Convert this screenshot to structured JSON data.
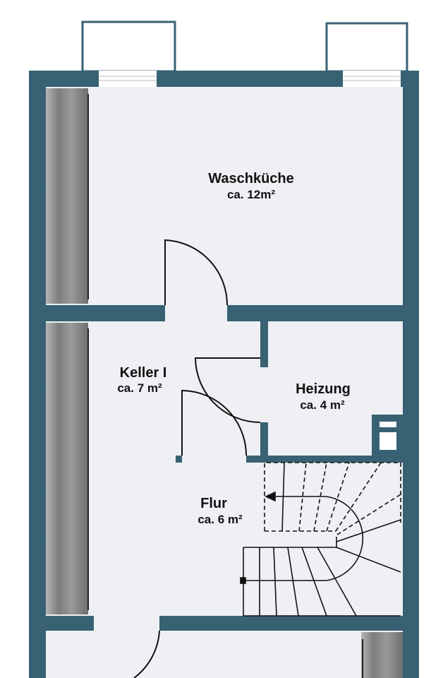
{
  "colors": {
    "wall": "#386273",
    "floor": "#eef0f4",
    "closet": "#8e8e8e"
  },
  "rooms": [
    {
      "name": "Waschküche",
      "area": "ca. 12m²"
    },
    {
      "name": "Keller I",
      "area": "ca. 7 m²"
    },
    {
      "name": "Heizung",
      "area": "ca. 4 m²"
    },
    {
      "name": "Flur",
      "area": "ca. 6 m²"
    }
  ]
}
